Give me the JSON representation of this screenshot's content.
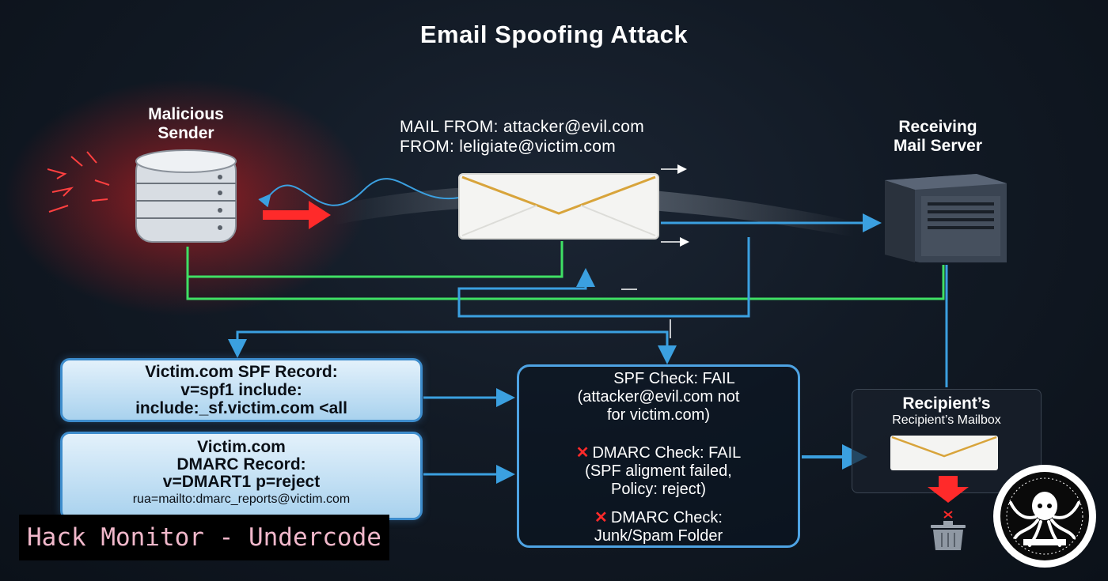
{
  "title": "Email Spoofing Attack",
  "sender": {
    "label_line1": "Malicious",
    "label_line2": "Sender"
  },
  "headers": {
    "mail_from": "MAIL FROM: attacker@evil.com",
    "from": "FROM: leligiate@victim.com"
  },
  "server": {
    "label_line1": "Receiving",
    "label_line2": "Mail Server"
  },
  "spf_record": {
    "line1": "Victim.com SPF Record:",
    "line2": "v=spf1 include:",
    "line3": "include:_sf.victim.com <all"
  },
  "dmarc_record": {
    "line1": "Victim.com",
    "line2": "DMARC Record:",
    "line3": "v=DMART1 p=reject",
    "line4": "rua=mailto:dmarc_reports@victim.com"
  },
  "checks": {
    "spf_line1": "SPF Check: FAIL",
    "spf_line2": "(attacker@evil.com not",
    "spf_line3": "for victim.com)",
    "dmarc1_line1": "DMARC Check: FAIL",
    "dmarc1_line2": "(SPF aligment failed,",
    "dmarc1_line3": "Policy: reject)",
    "dmarc2_line1": "DMARC Check:",
    "dmarc2_line2": "Junk/Spam Folder",
    "x_mark": "✕"
  },
  "mailbox": {
    "title": "Recipient’s",
    "subtitle": "Recipient’s Mailbox"
  },
  "banner": "Hack Monitor - Undercode",
  "colors": {
    "flow_line": "#3ba0e0",
    "green_line": "#3fe064",
    "fail_red": "#ff2a2a",
    "box_fill": "#cfe6f7"
  }
}
